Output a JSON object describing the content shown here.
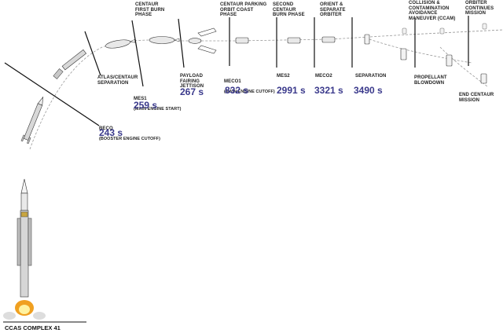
{
  "launch_site": "CCAS COMPLEX 41",
  "events": {
    "beco": {
      "title": "BECO",
      "subtitle": "(BOOSTER ENGINE CUTOFF)",
      "time": "243 s"
    },
    "atlas_sep": {
      "title": "ATLAS/CENTAUR\nSEPARATION"
    },
    "mes1": {
      "title": "MES1",
      "subtitle": "(MAIN ENGINE START)",
      "time": "259 s"
    },
    "first_burn": {
      "title": "CENTAUR\nFIRST BURN\nPHASE"
    },
    "fairing": {
      "title": "PAYLOAD\nFAIRING\nJETTISON",
      "time": "267 s"
    },
    "coast": {
      "title": "CENTAUR PARKING\nORBIT COAST\nPHASE"
    },
    "meco1": {
      "title": "MECO1",
      "subtitle": "(MAIN ENGINE CUTOFF)",
      "time": "832 s"
    },
    "second_burn": {
      "title": "SECOND\nCENTAUR\nBURN PHASE"
    },
    "mes2": {
      "title": "MES2",
      "time": "2991 s"
    },
    "orient": {
      "title": "ORIENT &\nSEPARATE\nORBITER"
    },
    "meco2": {
      "title": "MECO2",
      "time": "3321 s"
    },
    "separation": {
      "title": "SEPARATION",
      "time": "3490 s"
    },
    "ccam": {
      "title": "COLLISION &\nCONTAMINATION\nAVOIDANCE\nMANEUVER (CCAM)"
    },
    "blowdown": {
      "title": "PROPELLANT\nBLOWDOWN"
    },
    "continues": {
      "title": "ORBITER\nCONTINUES\nMISSION"
    },
    "end_centaur": {
      "title": "END CENTAUR\nMISSION"
    }
  },
  "colors": {
    "time_text": "#3b3a8c",
    "line": "#111111",
    "trajectory": "#9a9a9a",
    "flame": "#f0a020"
  }
}
